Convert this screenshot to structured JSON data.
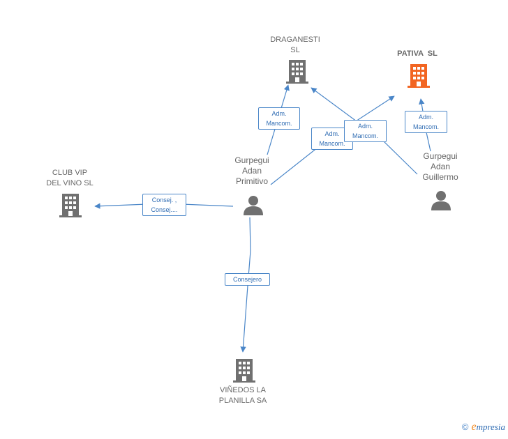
{
  "colors": {
    "edge": "#4a86c8",
    "company": "#707070",
    "focus_company": "#f26522",
    "person": "#707070"
  },
  "nodes": {
    "draganesti": {
      "label_lines": [
        "DRAGANESTI",
        "SL"
      ],
      "icon": "building-icon"
    },
    "pativa": {
      "label_lines": [
        "PATIVA  SL"
      ],
      "icon": "building-icon"
    },
    "club_vip": {
      "label_lines": [
        "CLUB VIP",
        "DEL VINO SL"
      ],
      "icon": "building-icon"
    },
    "vinedos": {
      "label_lines": [
        "VIÑEDOS LA",
        "PLANILLA SA"
      ],
      "icon": "building-icon"
    },
    "primitivo": {
      "label_lines": [
        "Gurpegui",
        "Adan",
        "Primitivo"
      ],
      "icon": "person-icon"
    },
    "guillermo": {
      "label_lines": [
        "Gurpegui",
        "Adan",
        "Guillermo"
      ],
      "icon": "person-icon"
    }
  },
  "edges": {
    "primitivo_draganesti": [
      "Adm.",
      "Mancom."
    ],
    "primitivo_pativa": [
      "Adm.",
      "Mancom."
    ],
    "guillermo_draganesti": [
      "Adm.",
      "Mancom."
    ],
    "guillermo_pativa": [
      "Adm.",
      "Mancom."
    ],
    "primitivo_club": [
      "Consej. ,",
      "Consej...."
    ],
    "primitivo_vinedos": [
      "Consejero"
    ]
  },
  "brand": {
    "copyright": "©",
    "initial": "e",
    "name": "mpresia"
  }
}
